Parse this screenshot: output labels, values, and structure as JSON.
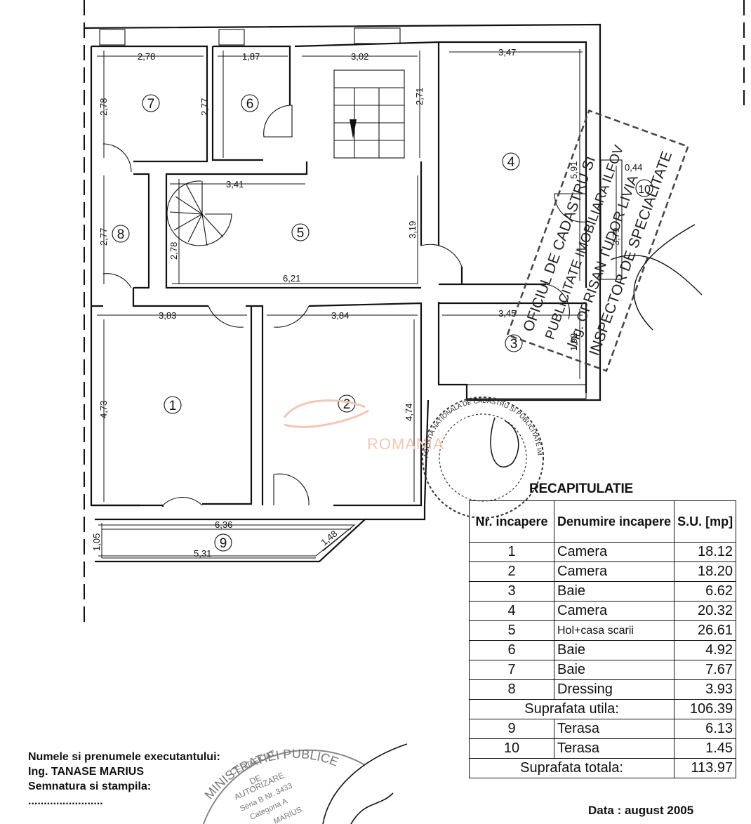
{
  "rooms": [
    {
      "id": "1",
      "label": "1"
    },
    {
      "id": "2",
      "label": "2"
    },
    {
      "id": "3",
      "label": "3"
    },
    {
      "id": "4",
      "label": "4"
    },
    {
      "id": "5",
      "label": "5"
    },
    {
      "id": "6",
      "label": "6"
    },
    {
      "id": "7",
      "label": "7"
    },
    {
      "id": "8",
      "label": "8"
    },
    {
      "id": "9",
      "label": "9"
    },
    {
      "id": "10",
      "label": "10"
    }
  ],
  "dimensions": {
    "r7_w": "2,78",
    "r7_h": "2,78",
    "r6_w": "1,87",
    "r6_h": "2,77",
    "stair_w": "3,02",
    "stair_h": "2,71",
    "r4_w": "3,47",
    "r4_h": "5,91",
    "r10_w": "0,44",
    "r10_h": "3,79",
    "r5_w_top": "3,41",
    "r5_w_bottom": "6,21",
    "r5_h_left": "2,78",
    "r5_h_right": "3,19",
    "r8_h": "2,77",
    "r1_w": "3,83",
    "r2_w": "3,84",
    "r3_w": "3,45",
    "r3_h": "1,92",
    "r1_h": "4,73",
    "r2_h": "4,74",
    "r9_w_top": "6,36",
    "r9_w_bottom": "5,31",
    "r9_h": "1,05",
    "r9_diag": "1,48"
  },
  "stamps": {
    "rect_lines": [
      "OFICIUL DE CADASTRU SI",
      "PUBLICITATE IMOBILIARA ILFOV",
      "Ing. OPRISAN TUDOR LIVIA",
      "INSPECTOR DE SPECIALITATE"
    ],
    "round_top": "AGENTIA NATIONALA DE CADASTRU SI PUBLICITATE IMOBILIARA",
    "round_bottom_lines": [
      "MINISTRATIEI PUBLICE",
      "CERTIFICAT",
      "DE",
      "AUTORIZARE",
      "Seria B Nr. 3433",
      "Categoria A",
      "MARIUS"
    ]
  },
  "watermark": "ROMANIA",
  "recap": {
    "title": "RECAPITULATIE",
    "headers": {
      "nr": "Nr. incapere",
      "name": "Denumire incapere",
      "su": "S.U. [mp]"
    },
    "rows": [
      {
        "nr": "1",
        "name": "Camera",
        "su": "18.12"
      },
      {
        "nr": "2",
        "name": "Camera",
        "su": "18.20"
      },
      {
        "nr": "3",
        "name": "Baie",
        "su": "6.62"
      },
      {
        "nr": "4",
        "name": "Camera",
        "su": "20.32"
      },
      {
        "nr": "5",
        "name": "Hol+casa scarii",
        "su": "26.61"
      },
      {
        "nr": "6",
        "name": "Baie",
        "su": "4.92"
      },
      {
        "nr": "7",
        "name": "Baie",
        "su": "7.67"
      },
      {
        "nr": "8",
        "name": "Dressing",
        "su": "3.93"
      }
    ],
    "useful": {
      "label": "Suprafata utila:",
      "value": "106.39"
    },
    "terraces": [
      {
        "nr": "9",
        "name": "Terasa",
        "su": "6.13"
      },
      {
        "nr": "10",
        "name": "Terasa",
        "su": "1.45"
      }
    ],
    "total": {
      "label": "Suprafata totala:",
      "value": "113.97"
    }
  },
  "executant": {
    "line1": "Numele si prenumele executantului:",
    "line2": "Ing. TANASE MARIUS",
    "line3": "Semnatura si stampila:",
    "line4": "........................"
  },
  "date": "Data : august 2005"
}
